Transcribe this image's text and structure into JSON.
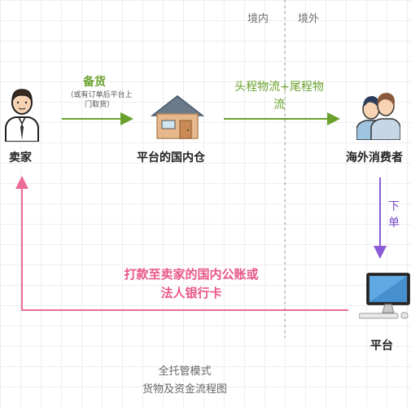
{
  "regions": {
    "domestic": "境内",
    "overseas": "境外"
  },
  "nodes": {
    "seller": "卖家",
    "warehouse": "平台的国内仓",
    "consumer": "海外消费者",
    "platform": "平台"
  },
  "edges": {
    "stock": {
      "label": "备货",
      "note_line1": "（或有订单后平台上",
      "note_line2": "门取货）"
    },
    "logistics": {
      "line1": "头程物流+尾程物",
      "line2": "流"
    },
    "order": {
      "char1": "下",
      "char2": "单"
    },
    "payment": {
      "line1": "打款至卖家的国内公账或",
      "line2": "法人银行卡"
    }
  },
  "caption": {
    "line1": "全托管模式",
    "line2": "货物及资金流程图"
  },
  "colors": {
    "goods_flow": "#6aa12d",
    "order_flow": "#8a5bd6",
    "money_flow": "#ec6c97",
    "border_divider": "#9a9a9a"
  },
  "icons": {
    "seller": "businessman-icon",
    "warehouse": "house-icon",
    "consumer": "consumers-icon",
    "platform": "desktop-computer-icon"
  }
}
